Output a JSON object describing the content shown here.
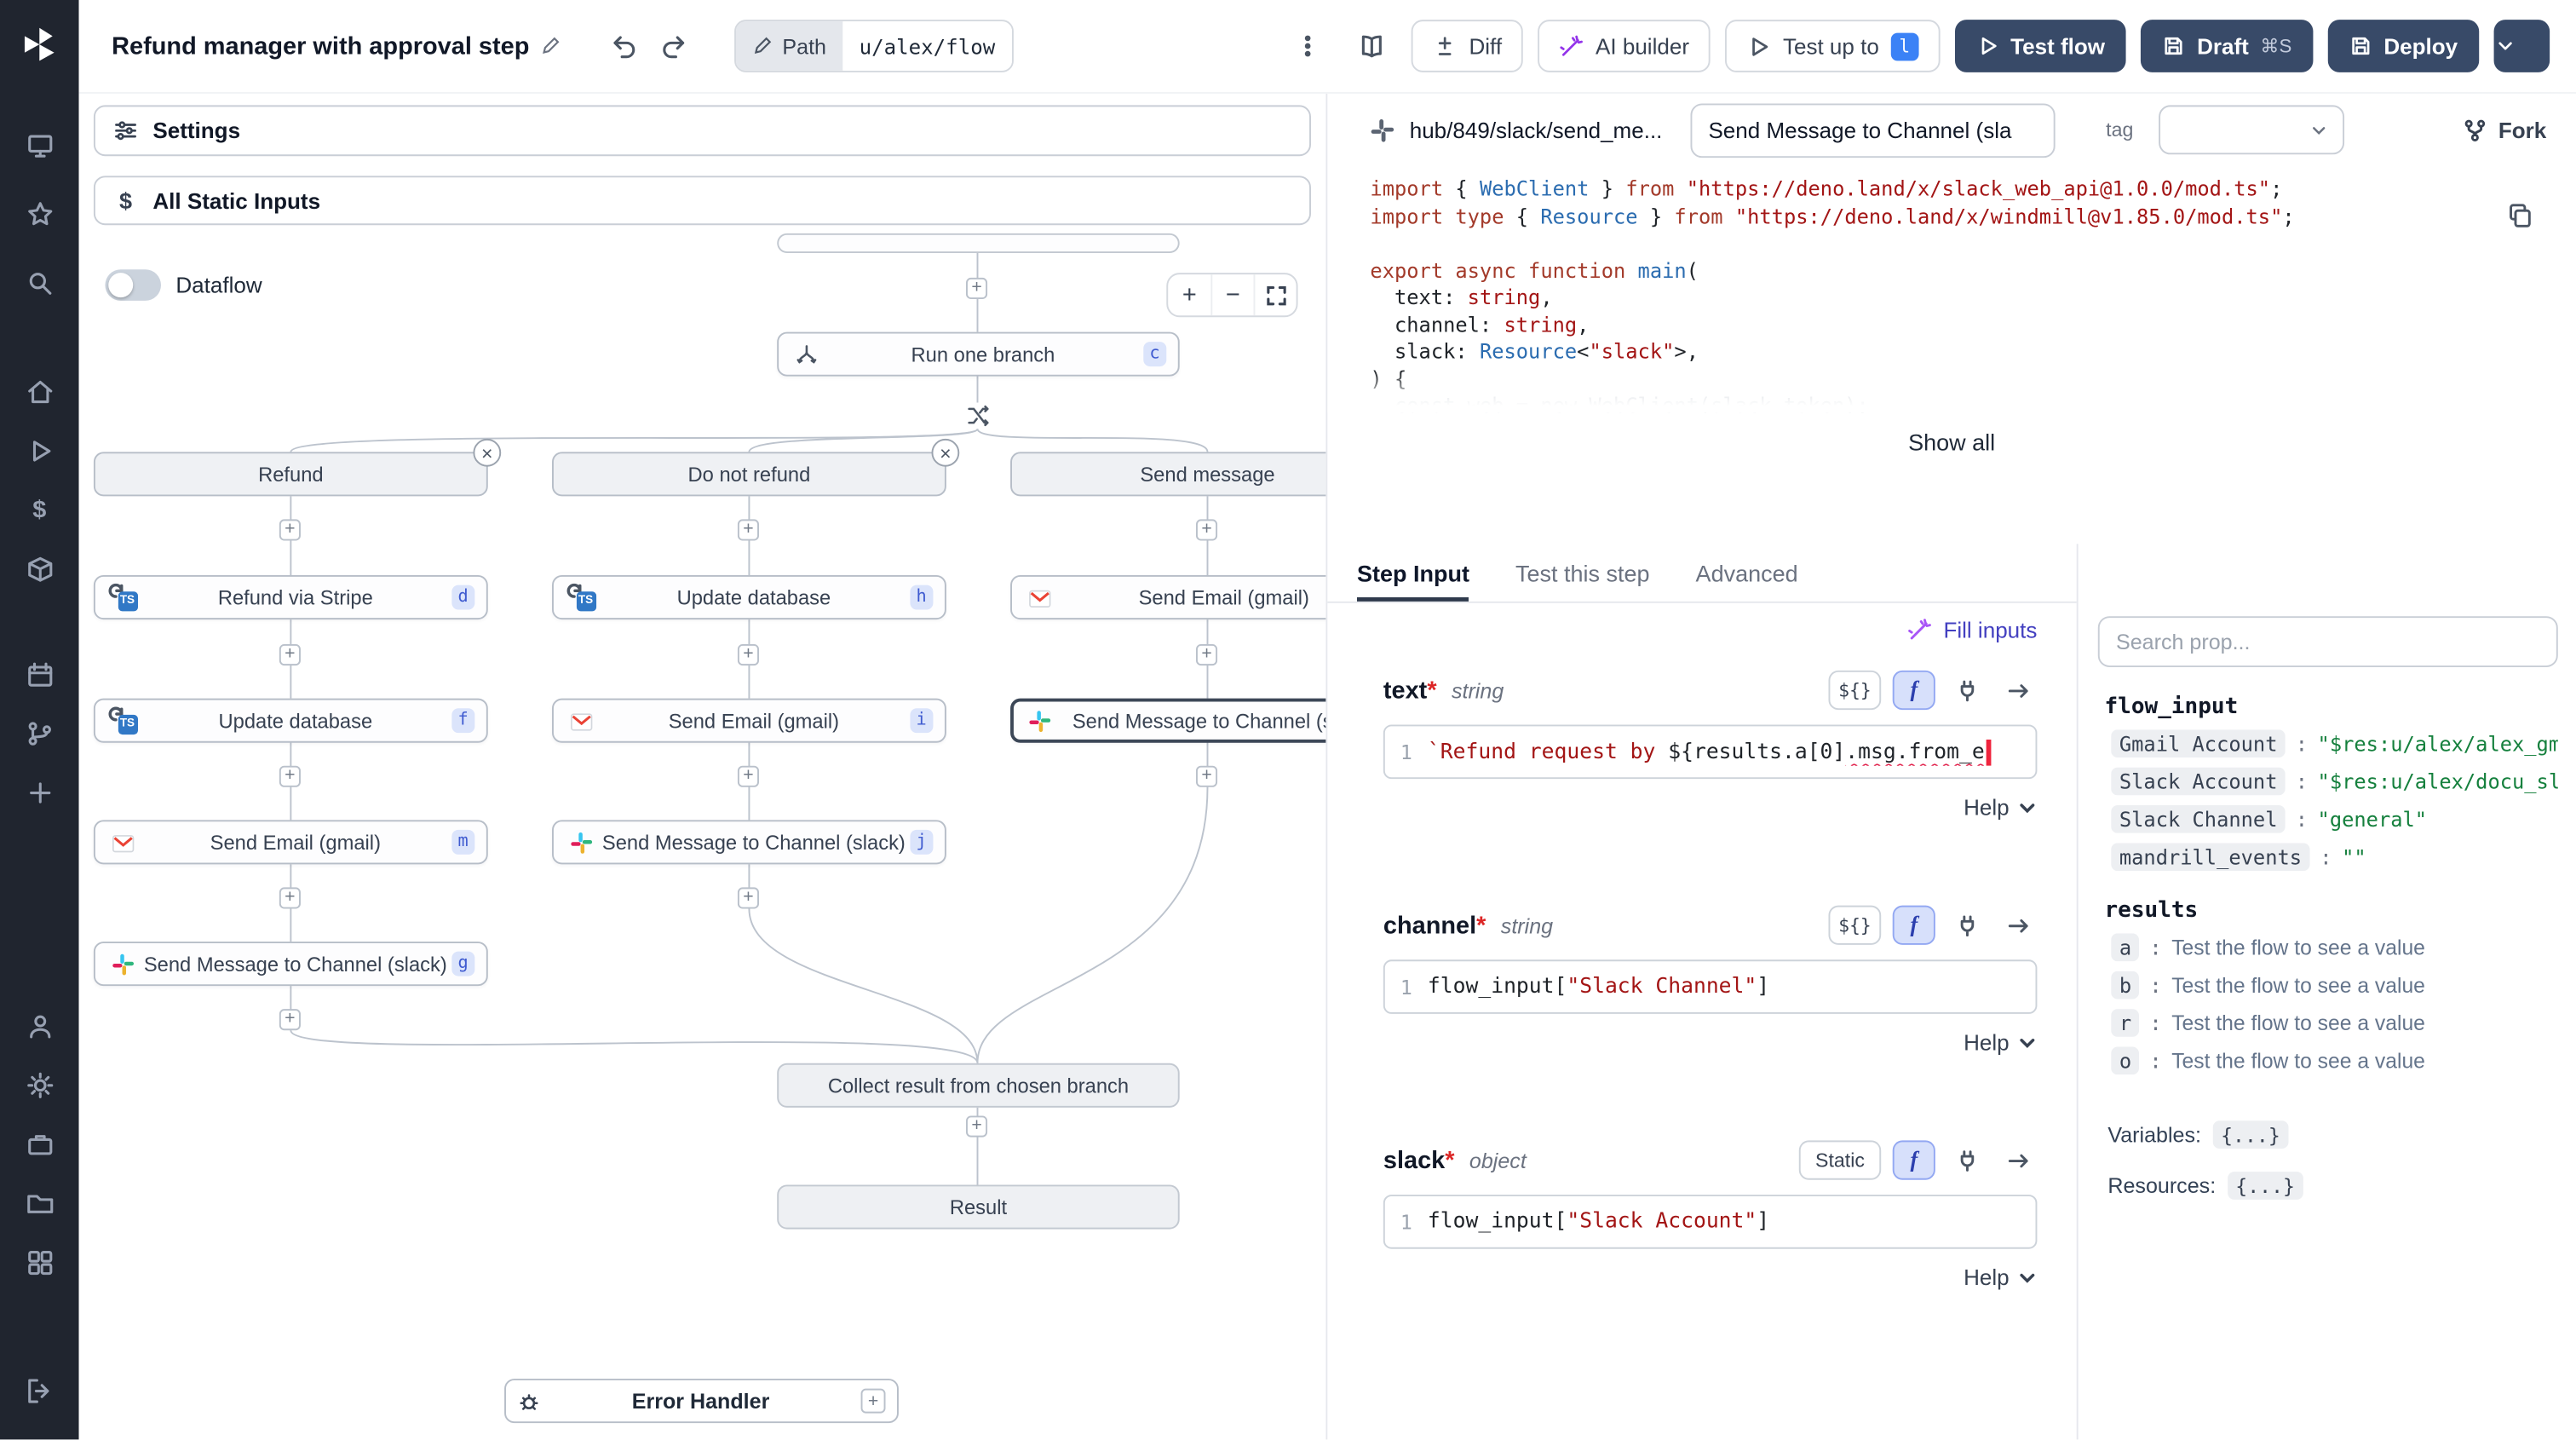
{
  "topbar": {
    "title": "Refund manager with approval step",
    "path_label": "Path",
    "path_value": "u/alex/flow",
    "diff_label": "Diff",
    "ai_builder_label": "AI builder",
    "test_up_to_label": "Test up to",
    "test_up_to_badge": "l",
    "test_flow_label": "Test flow",
    "draft_label": "Draft",
    "draft_shortcut": "⌘S",
    "deploy_label": "Deploy"
  },
  "canvas": {
    "settings_label": "Settings",
    "static_inputs_label": "All Static Inputs",
    "dataflow_label": "Dataflow"
  },
  "flow": {
    "run_one_branch": {
      "label": "Run one branch",
      "badge": "c"
    },
    "branches": [
      {
        "title": "Refund",
        "steps": [
          {
            "label": "Refund via Stripe",
            "badge": "d"
          },
          {
            "label": "Update database",
            "badge": "f"
          },
          {
            "label": "Send Email (gmail)",
            "badge": "m"
          },
          {
            "label": "Send Message to Channel (slack)",
            "badge": "g"
          }
        ]
      },
      {
        "title": "Do not refund",
        "steps": [
          {
            "label": "Update database",
            "badge": "h"
          },
          {
            "label": "Send Email (gmail)",
            "badge": "i"
          },
          {
            "label": "Send Message to Channel (slack)",
            "badge": "j"
          }
        ]
      },
      {
        "title": "Send message",
        "steps": [
          {
            "label": "Send Email (gmail)",
            "badge": ""
          },
          {
            "label": "Send Message to Channel (slack)",
            "badge": ""
          }
        ]
      }
    ],
    "collect_label": "Collect result from chosen branch",
    "result_label": "Result",
    "error_handler_label": "Error Handler"
  },
  "step": {
    "hub_path": "hub/849/slack/send_me...",
    "summary_value": "Send Message to Channel (sla",
    "tag_label": "tag",
    "fork_label": "Fork",
    "show_all_label": "Show all",
    "tabs": [
      {
        "label": "Step Input"
      },
      {
        "label": "Test this step"
      },
      {
        "label": "Advanced"
      }
    ],
    "fill_inputs_label": "Fill inputs",
    "fields": {
      "text": {
        "name": "text",
        "required": "*",
        "type": "string",
        "interp_btn": "${}",
        "f_btn": "f",
        "line_no": "1",
        "tokens": [
          [
            "st",
            "`Refund request by "
          ],
          [
            "pl",
            "${results.a[0]"
          ],
          [
            "wavy",
            ".msg.from_e"
          ],
          [
            "cursor",
            ""
          ]
        ],
        "help_label": "Help"
      },
      "channel": {
        "name": "channel",
        "required": "*",
        "type": "string",
        "interp_btn": "${}",
        "f_btn": "f",
        "line_no": "1",
        "tokens": [
          [
            "pl",
            "flow_input["
          ],
          [
            "st",
            "\"Slack Channel\""
          ],
          [
            "pl",
            "]"
          ]
        ],
        "help_label": "Help"
      },
      "slack": {
        "name": "slack",
        "required": "*",
        "type": "object",
        "static_btn": "Static",
        "f_btn": "f",
        "line_no": "1",
        "tokens": [
          [
            "pl",
            "flow_input["
          ],
          [
            "st",
            "\"Slack Account\""
          ],
          [
            "pl",
            "]"
          ]
        ],
        "help_label": "Help"
      }
    }
  },
  "code": {
    "lines": [
      [
        [
          "kw",
          "import"
        ],
        [
          "pl",
          " { "
        ],
        [
          "ty",
          "WebClient"
        ],
        [
          "pl",
          " } "
        ],
        [
          "kw",
          "from"
        ],
        [
          "pl",
          " "
        ],
        [
          "st",
          "\"https://deno.land/x/slack_web_api@1.0.0/mod.ts\""
        ],
        [
          "pl",
          ";"
        ]
      ],
      [
        [
          "kw",
          "import type"
        ],
        [
          "pl",
          " { "
        ],
        [
          "ty",
          "Resource"
        ],
        [
          "pl",
          " } "
        ],
        [
          "kw",
          "from"
        ],
        [
          "pl",
          " "
        ],
        [
          "st",
          "\"https://deno.land/x/windmill@v1.85.0/mod.ts\""
        ],
        [
          "pl",
          ";"
        ]
      ],
      [],
      [
        [
          "kw",
          "export async function "
        ],
        [
          "fn",
          "main"
        ],
        [
          "pl",
          "("
        ]
      ],
      [
        [
          "pl",
          "  text: "
        ],
        [
          "st",
          "string"
        ],
        [
          "pl",
          ","
        ]
      ],
      [
        [
          "pl",
          "  channel: "
        ],
        [
          "st",
          "string"
        ],
        [
          "pl",
          ","
        ]
      ],
      [
        [
          "pl",
          "  slack: "
        ],
        [
          "ty",
          "Resource"
        ],
        [
          "pl",
          "<"
        ],
        [
          "st",
          "\"slack\""
        ],
        [
          "pl",
          ">,"
        ]
      ],
      [
        [
          "pl",
          ") {"
        ]
      ],
      [
        [
          "fade",
          "  const web = new WebClient(slack.token);"
        ]
      ]
    ]
  },
  "props": {
    "search_placeholder": "Search prop...",
    "flow_input_header": "flow_input",
    "sep": ":",
    "flow_inputs": [
      {
        "key": "Gmail Account",
        "value": "\"$res:u/alex/alex_gmail\""
      },
      {
        "key": "Slack Account",
        "value": "\"$res:u/alex/docu_slack\""
      },
      {
        "key": "Slack Channel",
        "value": "\"general\""
      },
      {
        "key": "mandrill_events",
        "value": "\"\""
      }
    ],
    "results_header": "results",
    "results": [
      {
        "key": "a",
        "value": "Test the flow to see a value"
      },
      {
        "key": "b",
        "value": "Test the flow to see a value"
      },
      {
        "key": "r",
        "value": "Test the flow to see a value"
      },
      {
        "key": "o",
        "value": "Test the flow to see a value"
      }
    ],
    "variables_label": "Variables:",
    "variables_value": "{...}",
    "resources_label": "Resources:",
    "resources_value": "{...}"
  },
  "colors": {
    "dark_button": "#384a68",
    "accent_indigo": "#4340c0",
    "badge_bg": "#dbe4fb",
    "badge_text": "#3f5bd0",
    "string_red": "#a31515",
    "value_green": "#15803d",
    "test_badge_blue": "#3b82f6",
    "typescript_blue": "#3178c6"
  }
}
